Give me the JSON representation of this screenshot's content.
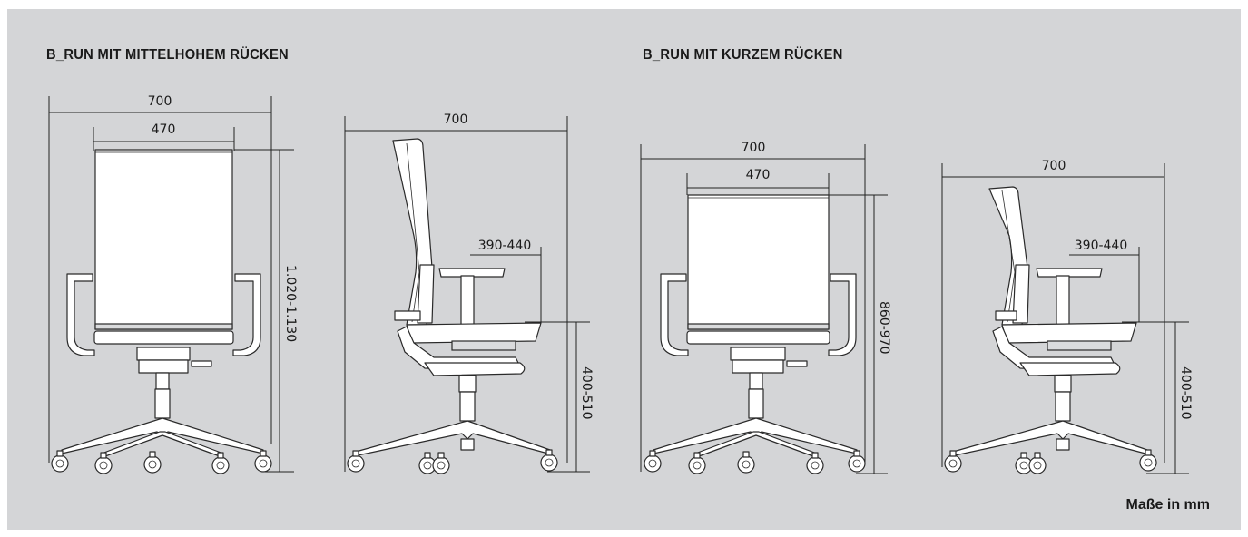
{
  "headings": {
    "left": "B_RUN MIT MITTELHOHEM RÜCKEN",
    "right": "B_RUN MIT KURZEM RÜCKEN"
  },
  "unit_note": "Maße in mm",
  "drawings": {
    "medium_front": {
      "width_total": "700",
      "width_back": "470",
      "height": "1.020-1.130"
    },
    "medium_side": {
      "width_total": "700",
      "armrest_depth": "390-440",
      "seat_height": "400-510"
    },
    "short_front": {
      "width_total": "700",
      "width_back": "470",
      "height": "860-970"
    },
    "short_side": {
      "width_total": "700",
      "armrest_depth": "390-440",
      "seat_height": "400-510"
    }
  }
}
